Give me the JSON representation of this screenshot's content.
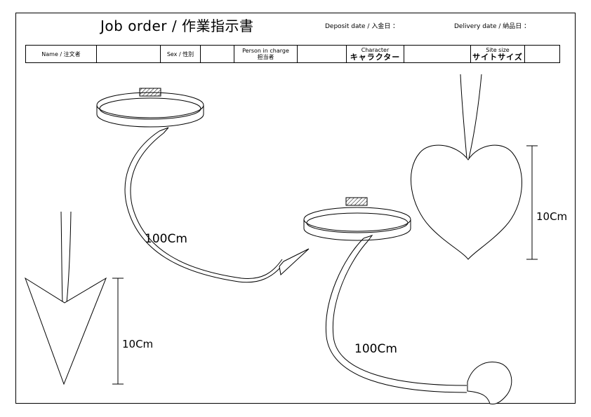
{
  "header": {
    "title": "Job order  /  作業指示書",
    "deposit_date_label": "Deposit date / 入金日 ：",
    "delivery_date_label": "Delivery date / 納品日 ："
  },
  "fields": {
    "name_label": "Name / 注文者",
    "name_value": "",
    "sex_label": "Sex / 性別",
    "sex_value": "",
    "person_label_en": "Person in charge",
    "person_label_ja": "担当者",
    "person_value": "",
    "character_label_en": "Character",
    "character_label_ja": "キャラクター",
    "character_value": "",
    "site_size_label_en": "Site size",
    "site_size_label_ja": "サイトサイズ",
    "site_size_value": ""
  },
  "drawing": {
    "tail_length_1": "100Cm",
    "tail_length_2": "100Cm",
    "arrow_tip_size": "10Cm",
    "heart_tip_size": "10Cm"
  }
}
